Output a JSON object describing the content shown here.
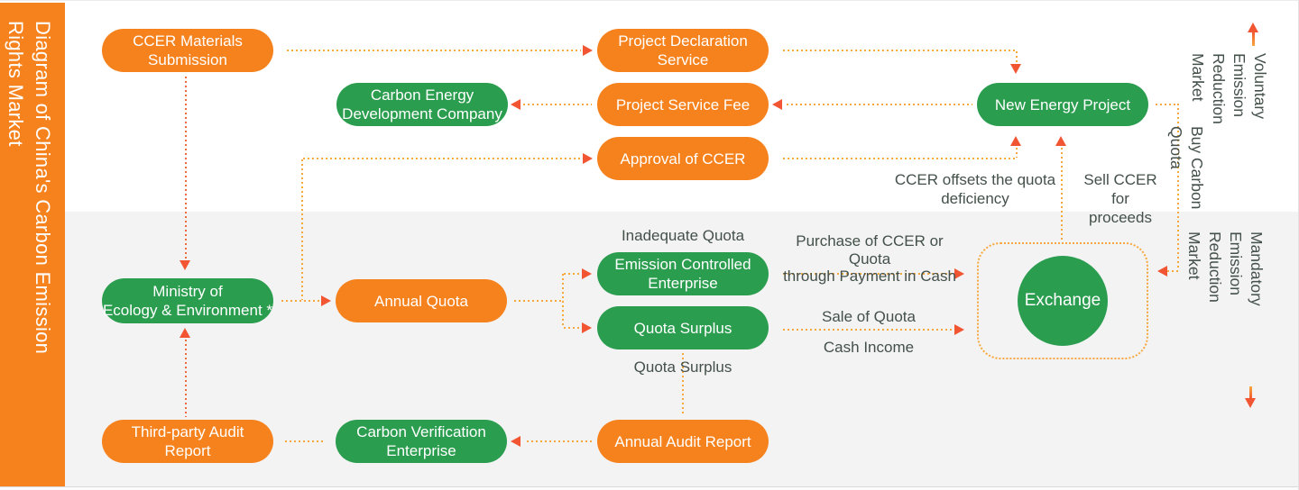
{
  "sidebar": {
    "title": "Diagram of China's Carbon Emission\nRights Market"
  },
  "markets": {
    "voluntary": "Voluntary Emission\nReduction Market",
    "mandatory": "Mandatory Emission\nReduction Market"
  },
  "nodes": {
    "ccer_materials_submission": "CCER Materials\nSubmission",
    "project_declaration_service": "Project Declaration\nService",
    "carbon_energy_development_company": "Carbon Energy\nDevelopment Company",
    "project_service_fee": "Project Service Fee",
    "new_energy_project": "New Energy Project",
    "approval_of_ccer": "Approval of CCER",
    "ministry_of_ecology_environment": "Ministry of\nEcology & Environment *",
    "annual_quota": "Annual Quota",
    "emission_controlled_enterprise": "Emission Controlled\nEnterprise",
    "quota_surplus": "Quota Surplus",
    "exchange": "Exchange",
    "third_party_audit_report": "Third-party Audit\nReport",
    "carbon_verification_enterprise": "Carbon Verification\nEnterprise",
    "annual_audit_report": "Annual Audit Report"
  },
  "edge_labels": {
    "inadequate_quota": "Inadequate Quota",
    "purchase_of_ccer": "Purchase of CCER or Quota\nthrough Payment in Cash",
    "sale_of_quota": "Sale of Quota",
    "cash_income": "Cash Income",
    "quota_surplus": "Quota Surplus",
    "ccer_offsets": "CCER offsets the quota\ndeficiency",
    "sell_ccer": "Sell CCER for\nproceeds",
    "buy_carbon_quota": "Buy Carbon Quota"
  },
  "colors": {
    "orange": "#F6821E",
    "green": "#2B9D4F",
    "line_amber": "#F7A83C",
    "line_coral": "#F2683F",
    "arrowhead": "#F25532",
    "label_text": "#44504A",
    "lower_band_bg": "#F3F3F4"
  }
}
